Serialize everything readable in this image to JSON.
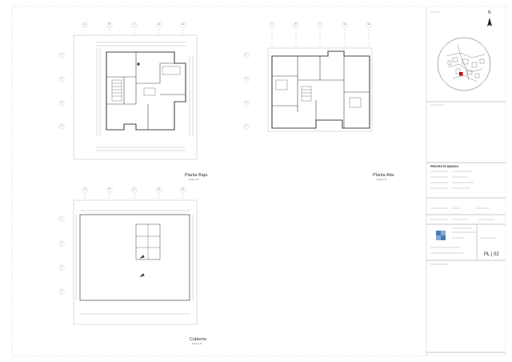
{
  "sheet": {
    "code": "PL | 02",
    "project_title": "PROYECTO BASICO",
    "north_label": "N"
  },
  "views": [
    {
      "id": "ground",
      "name": "Planta Baja",
      "scale": "Escala 1:50"
    },
    {
      "id": "upper",
      "name": "Planta Alta",
      "scale": "Escala 1:50"
    },
    {
      "id": "roof",
      "name": "Cubierta",
      "scale": "Escala 1:50"
    }
  ],
  "grid_columns": [
    "A",
    "B",
    "C",
    "D",
    "E"
  ],
  "grid_rows": [
    "1",
    "2",
    "3",
    "4"
  ],
  "colors": {
    "line": "#333333",
    "thin": "#999999",
    "location_marker": "#cc0000",
    "logo": "#4a7ab5"
  },
  "icons": [
    "north-arrow-icon",
    "location-map-icon",
    "company-logo-icon"
  ]
}
